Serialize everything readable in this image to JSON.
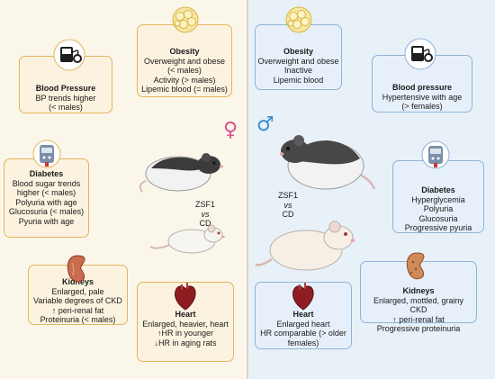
{
  "female": {
    "symbol": "♀",
    "symbol_color": "#d94f8e",
    "obesity": {
      "title": "Obesity",
      "lines": [
        "Overweight and obese",
        "(< males)",
        "Activity (> males)",
        "Lipemic blood (= males)"
      ]
    },
    "blood_pressure": {
      "title": "Blood Pressure",
      "lines": [
        "BP trends higher",
        "(< males)"
      ]
    },
    "diabetes": {
      "title": "Diabetes",
      "lines": [
        "Blood sugar trends",
        "higher (< males)",
        "Polyuria with age",
        "Glucosuria (< males)",
        "Pyuria with age"
      ]
    },
    "kidneys": {
      "title": "Kidneys",
      "lines": [
        "Enlarged, pale",
        "Variable degrees of CKD",
        "↑ peri-renal fat",
        "Proteinuria (< males)"
      ]
    },
    "heart": {
      "title": "Heart",
      "lines": [
        "Enlarged, heavier, heart",
        "↑HR in younger",
        "↓HR in aging rats"
      ]
    },
    "rat_label": {
      "top": "ZSF1",
      "mid": "vs",
      "bottom": "CD"
    }
  },
  "male": {
    "symbol": "♂",
    "symbol_color": "#3b8fd0",
    "obesity": {
      "title": "Obesity",
      "lines": [
        "Overweight and obese",
        "Inactive",
        "Lipemic blood"
      ]
    },
    "blood_pressure": {
      "title": "Blood pressure",
      "lines": [
        "Hypertensive with age",
        "(> females)"
      ]
    },
    "diabetes": {
      "title": "Diabetes",
      "lines": [
        "Hyperglycemia",
        "Polyuria",
        "Glucosuria",
        "Progressive pyuria"
      ]
    },
    "kidneys": {
      "title": "Kidneys",
      "lines": [
        "Enlarged, mottled, grainy",
        "CKD",
        "↑ peri-renal fat",
        "Progressive proteinuria"
      ]
    },
    "heart": {
      "title": "Heart",
      "lines": [
        "Enlarged heart",
        "HR comparable (> older",
        "females)"
      ]
    },
    "rat_label": {
      "top": "ZSF1",
      "mid": "vs",
      "bottom": "CD"
    }
  },
  "icons": {
    "obesity": "fat-cells-icon",
    "blood_pressure": "blood-pressure-monitor-icon",
    "diabetes": "glucometer-icon",
    "kidneys": "kidney-icon",
    "heart": "heart-icon",
    "rats": [
      "zsf1-rat-icon",
      "cd-rat-icon"
    ]
  }
}
